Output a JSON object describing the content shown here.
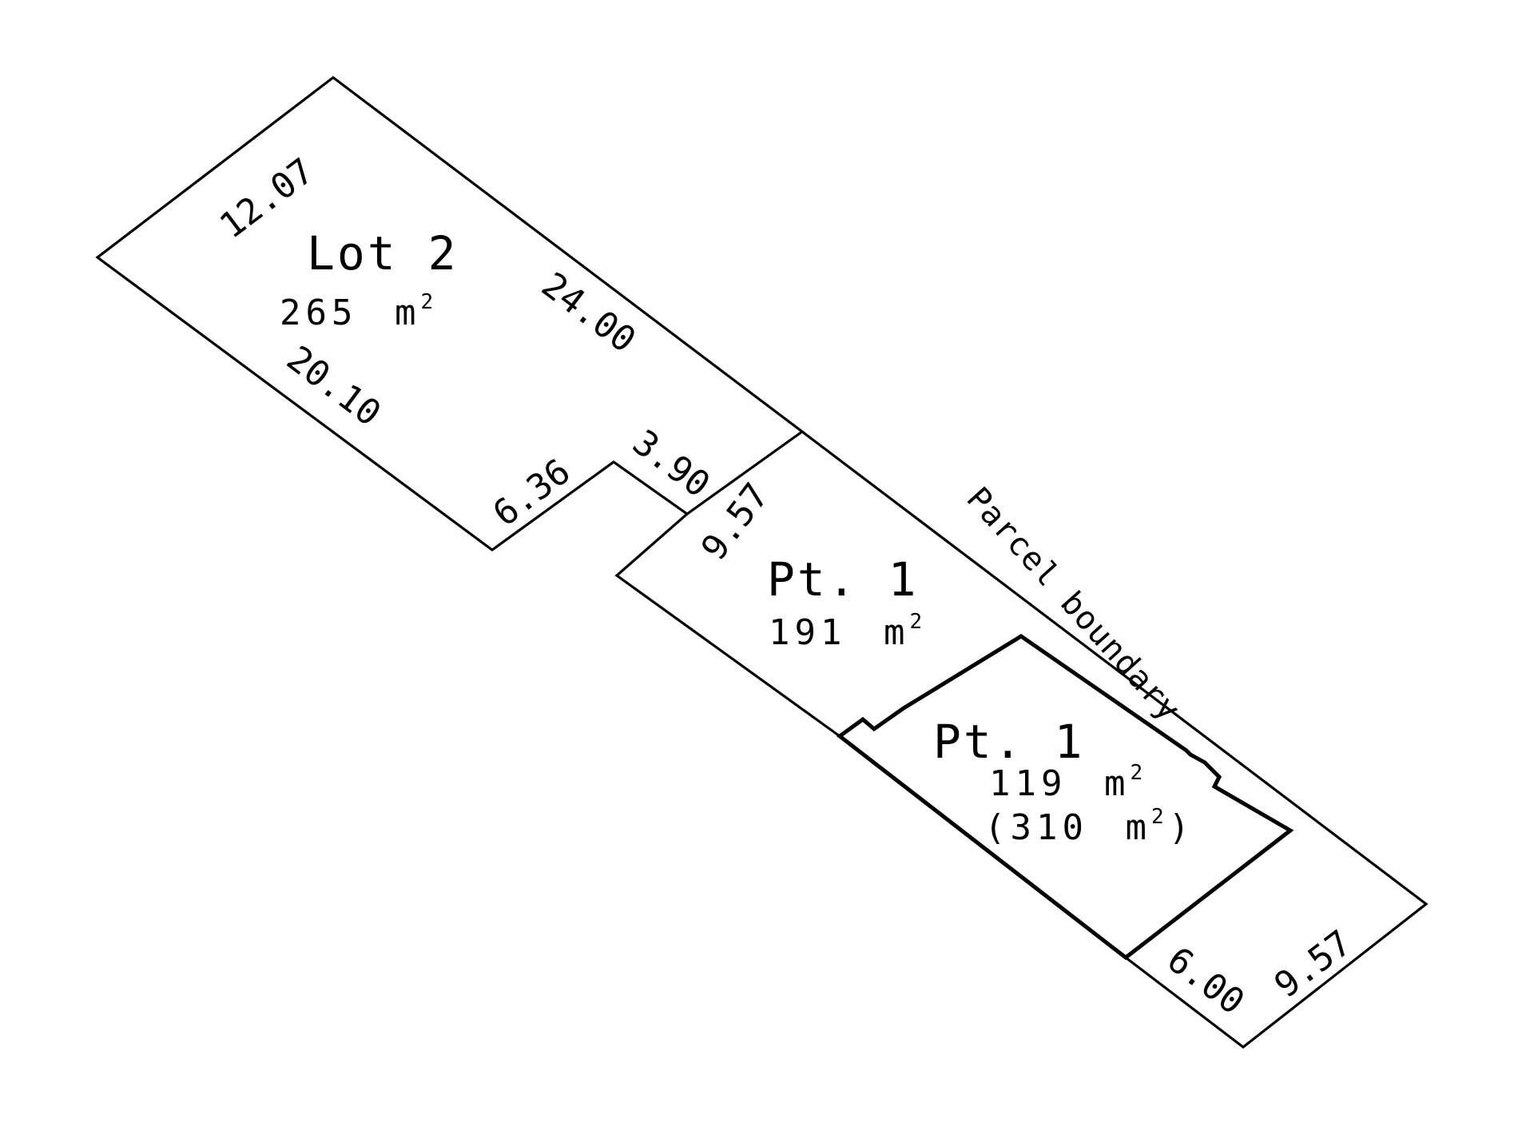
{
  "plan": {
    "lot2": {
      "name": "Lot 2",
      "area_value": "265",
      "area_unit": "m",
      "area_sup": "2",
      "dimensions": {
        "front": "12.07",
        "long_side": "24.00",
        "short_side": "20.10",
        "notch_bottom": "6.36",
        "notch_side": "3.90"
      }
    },
    "pt1_upper": {
      "name": "Pt. 1",
      "area_value": "191",
      "area_unit": "m",
      "area_sup": "2",
      "dimensions": {
        "width": "9.57"
      }
    },
    "pt1_lower": {
      "name": "Pt. 1",
      "area_value": "119",
      "area_unit": "m",
      "area_sup": "2",
      "total_open": "(310",
      "total_unit": "m",
      "total_sup": "2",
      "total_close": ")"
    },
    "rear": {
      "inner_width": "6.00",
      "outer_width": "9.57"
    },
    "parcel_label": "Parcel boundary",
    "colors": {
      "line": "#000000",
      "background": "#ffffff"
    }
  }
}
